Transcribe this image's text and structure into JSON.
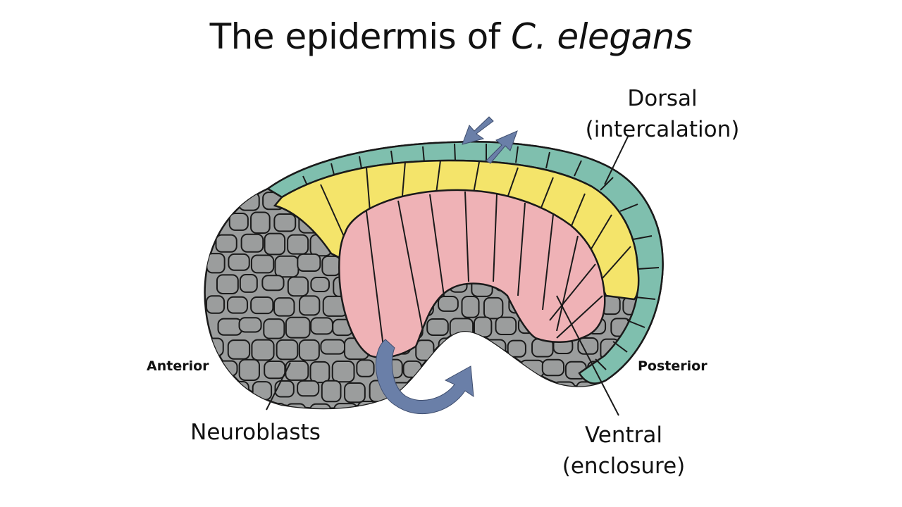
{
  "title": {
    "main": "The epidermis of ",
    "species": "C. elegans"
  },
  "labels": {
    "dorsal": "Dorsal",
    "dorsal_note": "(intercalation)",
    "ventral": "Ventral",
    "ventral_note": "(enclosure)",
    "neuroblasts": "Neuroblasts",
    "anterior": "Anterior",
    "posterior": "Posterior"
  },
  "colors": {
    "neuroblast": "#9b9d9d",
    "dorsal_cells": "#7fbfae",
    "seam_cells": "#f4e46a",
    "ventral_cells": "#efb2b6",
    "arrow": "#6a7fa8",
    "outline": "#1a1a1a"
  }
}
